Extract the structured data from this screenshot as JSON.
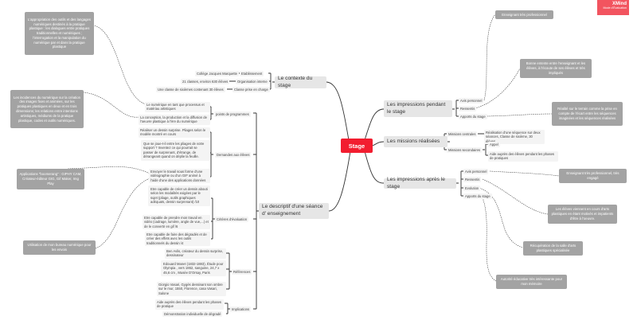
{
  "badge": {
    "brand": "XMind",
    "mode": "Mode d'Évaluation"
  },
  "root": {
    "label": "Stage",
    "color": "#f21d2f"
  },
  "contexte": {
    "label": "Le contexte du stage",
    "items": [
      {
        "label": "Etablissement",
        "value": "Collège Jacques Marquette"
      },
      {
        "label": "Organisation interne",
        "value": "21 classes, environ 630 élèves"
      },
      {
        "label": "Classe prise en charge",
        "value": "Une classe de sixièmes contenant 30 élèves"
      }
    ]
  },
  "descriptif": {
    "label": "Le descriptif d'une séance d' enseignement",
    "programmes": {
      "label": "points de programmes",
      "items": [
        "Le numérique en tant que processus et matériau artistiques",
        "La conception, la production et la diffusion de l'oeuvre plastique à l'ère du numérique"
      ]
    },
    "demandes": {
      "label": "Demandes aux élèves",
      "items": [
        "Réaliser un dessin surprise. Pliages selon le modèle montré en cours",
        "Que se joue-t-il entre les pliages de votre support ? Inventez ce qui pourrait se passer de surprenant, d'étrange, de dérangeant quand on déplie la feuille.",
        "Envoyer le travail sous forme d'une vidéographie ou d'un GIF animé à l'aide d'une des applications données"
      ]
    },
    "criteres": {
      "label": "Critères d'évaluation",
      "items": [
        "Etre capable de créer un dessin abouti selon les modalités exigées par le sujet (pliage, outils graphiques adéquats, dessin surprenant) /10",
        "Etre capable de prendre mon travail en vidéo (cadrage, lumière, angle de vue,...) et de le convertir en gif /6",
        "Etre capable de faire des dégradés et de créer des effets avec les outils traditionnels du dessin /4"
      ]
    },
    "references": {
      "label": "Références",
      "items": [
        "Ben Avlis, créateur du dessin surprise, dessinateur",
        "Edouard Manet (1832-1883), Étude pour Olympia , vers 1862, sanguine, 24,7 x 45,6 cm , Musée D'Orsay, Paris",
        "Giorgio Vasari, Gygès dessinant son ombre sur le mur, 1550, Florence, casa Vasari, Salone"
      ]
    },
    "implications": {
      "label": "Implications",
      "items": [
        "Aide auprès des élèves pendant les phases de pratique",
        "Démonstration individuelle de dégradé"
      ]
    }
  },
  "left_notes": [
    "L'appropriation des outils et des langages numériques destinés à la pratique plastique : les dialogues entre pratiques traditionnelles et numériques ; l'interrogation et la manipulation du numérique par et dans la pratique plastique",
    "Les incidences du numérique sur la création des images fixes et animées, sur les pratiques plastiques en deux et en trois dimensions; les relations entre intentions artistiques, médiums de la pratique plastique, codes et outils numériques.",
    "Applications \"boomerang\" : GIPHY CAM, Créateur-éditeur GIG, Gif Maker, Img Play",
    "Utilisation de mon bureau numérique pour les envois"
  ],
  "pendant": {
    "label": "Les impressions pendant le stage",
    "items": [
      "Avis personnel",
      "Ressentis",
      "Apports du stage"
    ]
  },
  "missions": {
    "label": "Les missions réalisées",
    "centrales": {
      "label": "Missions centrales",
      "value": "Réalisation d'une séquence sur deux séances, Classe de sixième, 30 élèves"
    },
    "secondaires": {
      "label": "Missions secondaires",
      "items": [
        "Appel",
        "Aide auprès des élèves pendant les phases de pratiques"
      ]
    }
  },
  "apres": {
    "label": "Les impressions après le stage",
    "items": [
      "Avis personnel",
      "Ressentis",
      "Evolution",
      "Apports du stage"
    ]
  },
  "right_notes": [
    "Enseignant très professionnel",
    "Bonne entente entre l'enseignant et les élèves, à l'écoute de ses élèves et très impliqués",
    "Réalité sur le terrain comme la prise en compte de l'écart entre les séquences imaginées et les séquences réalisées",
    "Enseignant très professionnel, très engagé",
    "Les élèves viennent en cours d'arts plastiques en étant motivés et impatients d'être à l'oeuvre.",
    "Récupération de la salle d'arts plastiques spécialisée",
    "Autorité éducative très intéressante pour mon mémoire"
  ]
}
